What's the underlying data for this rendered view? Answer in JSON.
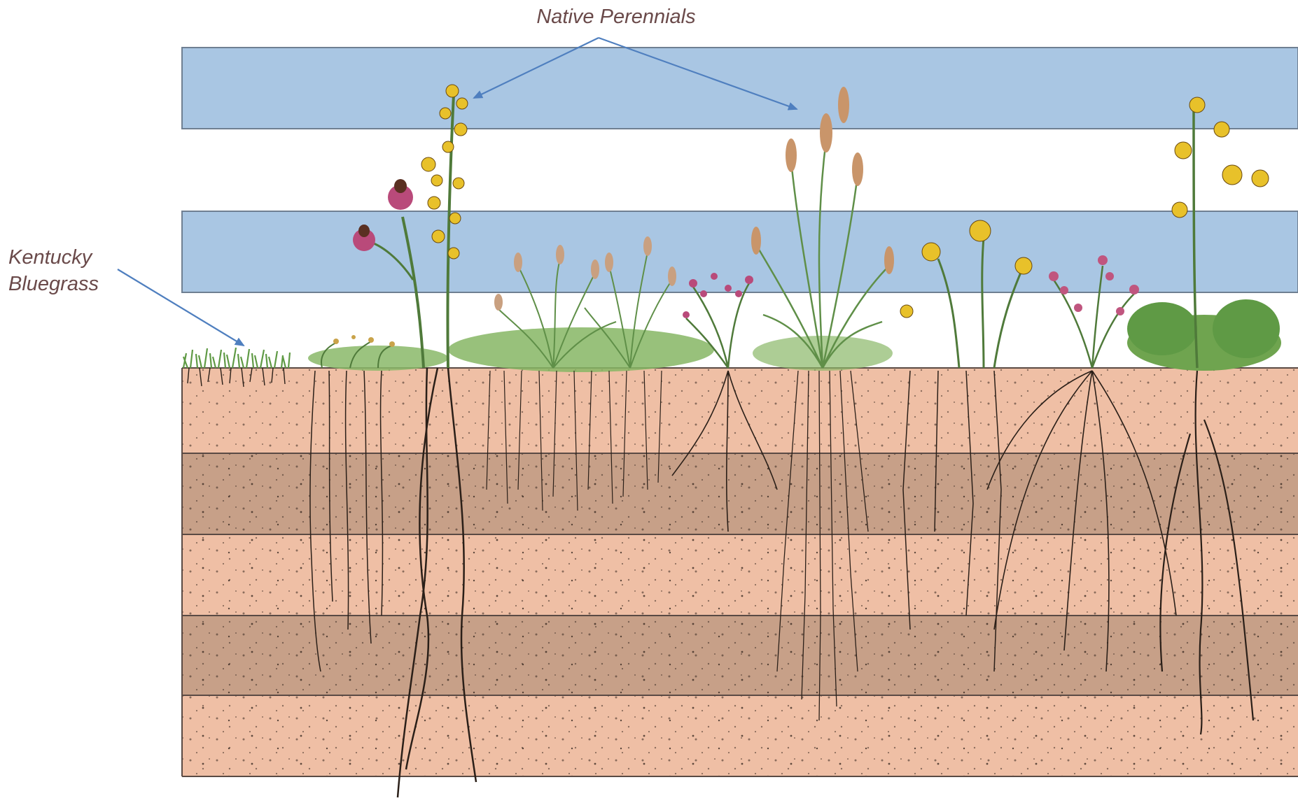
{
  "labels": {
    "native_perennials": "Native Perennials",
    "kentucky_bluegrass_line1": "Kentucky",
    "kentucky_bluegrass_line2": "Bluegrass"
  },
  "colors": {
    "sky_band": "#a9c6e3",
    "soil_light": "#efbfa5",
    "soil_dark": "#c7a088",
    "arrow": "#4f7fbf",
    "label_text": "#6a4a4a",
    "foliage": "#7cab5f",
    "root": "#2a1f18",
    "flower_yellow": "#e8c12a",
    "flower_pink": "#b94a7a"
  },
  "icons": {
    "kentucky_bluegrass": "short-grass-icon",
    "native_plants": [
      "coneflower-icon",
      "goldenrod-icon",
      "bunchgrass-icon",
      "bunchgrass-icon",
      "aster-icon",
      "tall-grass-icon",
      "sunflower-icon",
      "blazing-star-icon",
      "broadleaf-icon"
    ]
  }
}
